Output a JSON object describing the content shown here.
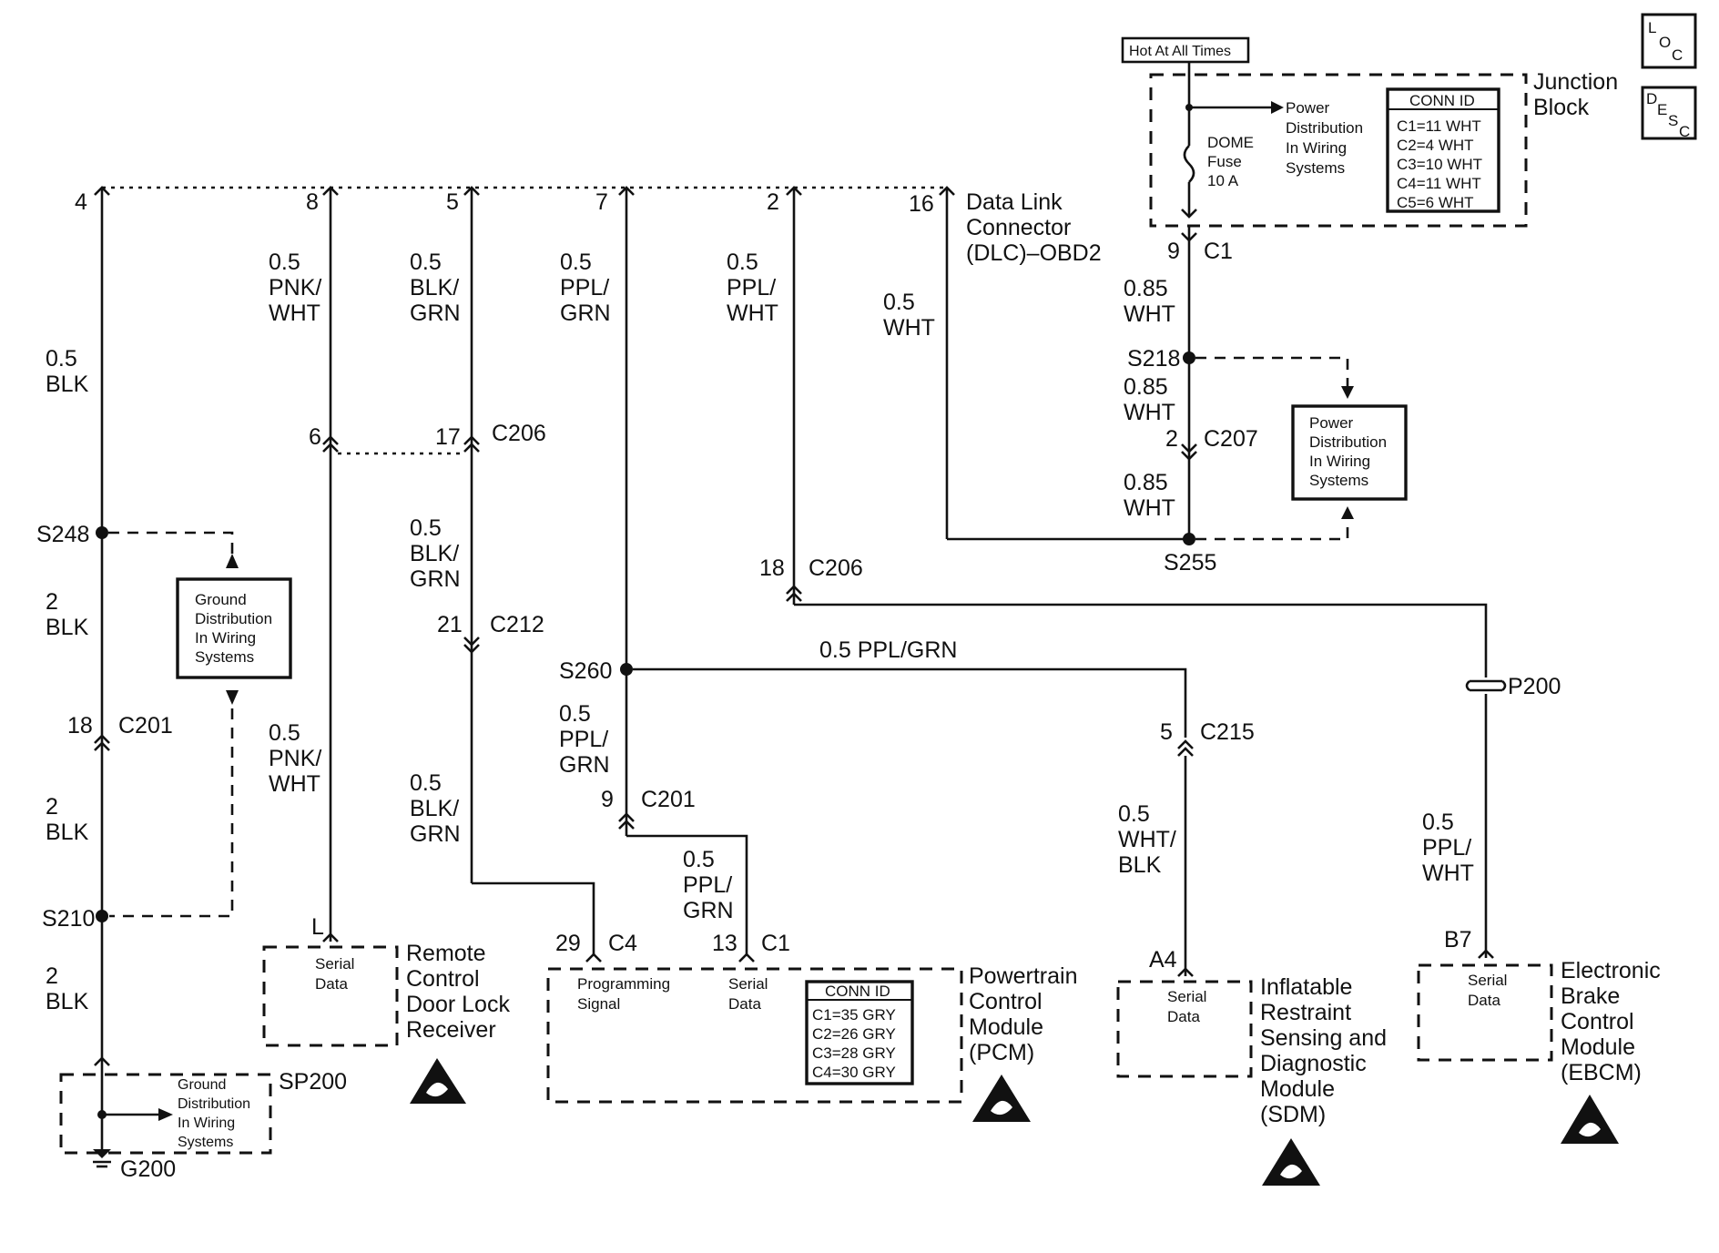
{
  "diagram": {
    "dlc": {
      "name_lines": [
        "Data Link",
        "Connector",
        "(DLC)–OBD2"
      ],
      "pins": [
        "4",
        "8",
        "5",
        "7",
        "2",
        "16"
      ]
    },
    "wires": {
      "blk_main": [
        "0.5",
        "BLK"
      ],
      "pnk_wht": [
        "0.5",
        "PNK/",
        "WHT"
      ],
      "blk_grn": [
        "0.5",
        "BLK/",
        "GRN"
      ],
      "ppl_grn": [
        "0.5",
        "PPL/",
        "GRN"
      ],
      "ppl_wht": [
        "0.5",
        "PPL/",
        "WHT"
      ],
      "wht_05": [
        "0.5",
        "WHT"
      ],
      "blk2_a": [
        "2",
        "BLK"
      ],
      "blk2_b": [
        "2",
        "BLK"
      ],
      "blk2_c": [
        "2",
        "BLK"
      ],
      "pnk_wht_2": [
        "0.5",
        "PNK/",
        "WHT"
      ],
      "blk_grn_2": [
        "0.5",
        "BLK/",
        "GRN"
      ],
      "blk_grn_3": [
        "0.5",
        "BLK/",
        "GRN"
      ],
      "ppl_grn_2": [
        "0.5",
        "PPL/",
        "GRN"
      ],
      "ppl_grn_3": [
        "0.5",
        "PPL/",
        "GRN"
      ],
      "ppl_grn_h": "0.5 PPL/GRN",
      "wht_blk": [
        "0.5",
        "WHT/",
        "BLK"
      ],
      "ppl_wht_2": [
        "0.5",
        "PPL/",
        "WHT"
      ],
      "wht085_a": [
        "0.85",
        "WHT"
      ],
      "wht085_b": [
        "0.85",
        "WHT"
      ],
      "wht085_c": [
        "0.85",
        "WHT"
      ]
    },
    "connectors": {
      "c206_a": {
        "pin6": "6",
        "pin17": "17",
        "name": "C206"
      },
      "c212": {
        "pin": "21",
        "name": "C212"
      },
      "c201_a": {
        "pin": "18",
        "name": "C201"
      },
      "c201_b": {
        "pin": "9",
        "name": "C201"
      },
      "c206_b": {
        "pin": "18",
        "name": "C206"
      },
      "c215": {
        "pin": "5",
        "name": "C215"
      },
      "c1_jb": {
        "pin": "9",
        "name": "C1"
      },
      "c207": {
        "pin": "2",
        "name": "C207"
      },
      "c4_pcm": {
        "pin": "29",
        "name": "C4"
      },
      "c1_pcm": {
        "pin": "13",
        "name": "C1"
      },
      "rcdl_pin": "L",
      "sdm_pin": "A4",
      "ebcm_pin": "B7"
    },
    "splices": {
      "s248": "S248",
      "s210": "S210",
      "s260": "S260",
      "s218": "S218",
      "s255": "S255",
      "sp200": "SP200",
      "g200": "G200",
      "p200": "P200"
    },
    "ground_box": [
      "Ground",
      "Distribution",
      "In Wiring",
      "Systems"
    ],
    "ground_box_2": [
      "Ground",
      "Distribution",
      "In Wiring",
      "Systems"
    ],
    "power_box": [
      "Power",
      "Distribution",
      "In Wiring",
      "Systems"
    ],
    "power_text_jb": [
      "Power",
      "Distribution",
      "In Wiring",
      "Systems"
    ],
    "junction_block": {
      "name_lines": [
        "Junction",
        "Block"
      ],
      "hot": "Hot At All Times",
      "fuse_lines": [
        "DOME",
        "Fuse",
        "10 A"
      ],
      "conn_title": "CONN ID",
      "conn_rows": [
        "C1=11 WHT",
        "C2=4 WHT",
        "C3=10 WHT",
        "C4=11 WHT",
        "C5=6 WHT"
      ]
    },
    "modules": {
      "rcdl": {
        "label_lines": [
          "Serial",
          "Data"
        ],
        "name_lines": [
          "Remote",
          "Control",
          "Door Lock",
          "Receiver"
        ]
      },
      "pcm": {
        "prog_lines": [
          "Programming",
          "Signal"
        ],
        "serial_lines": [
          "Serial",
          "Data"
        ],
        "name_lines": [
          "Powertrain",
          "Control",
          "Module",
          "(PCM)"
        ],
        "conn_title": "CONN ID",
        "conn_rows": [
          "C1=35 GRY",
          "C2=26 GRY",
          "C3=28 GRY",
          "C4=30 GRY"
        ]
      },
      "sdm": {
        "label_lines": [
          "Serial",
          "Data"
        ],
        "name_lines": [
          "Inflatable",
          "Restraint",
          "Sensing and",
          "Diagnostic",
          "Module",
          "(SDM)"
        ]
      },
      "ebcm": {
        "label_lines": [
          "Serial",
          "Data"
        ],
        "name_lines": [
          "Electronic",
          "Brake",
          "Control",
          "Module",
          "(EBCM)"
        ]
      }
    },
    "corner_icons": {
      "loc": {
        "a": "L",
        "b": "O",
        "c": "C"
      },
      "desc": {
        "a": "D",
        "b": "E",
        "c": "S",
        "d": "C"
      }
    }
  }
}
